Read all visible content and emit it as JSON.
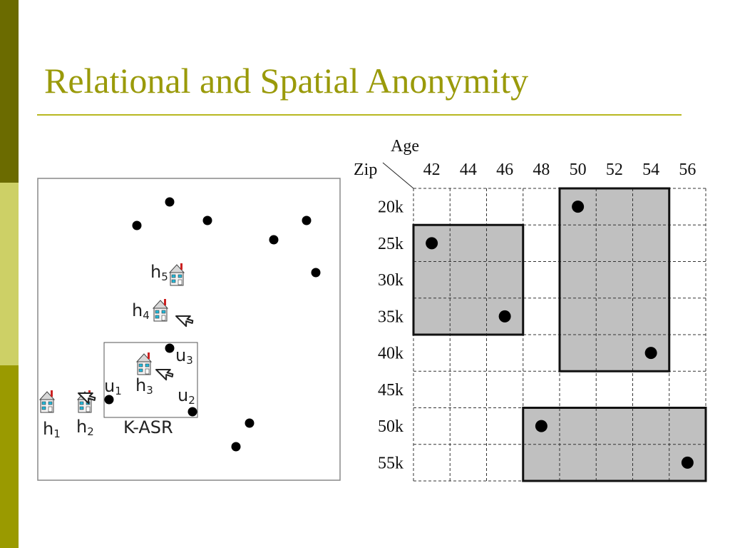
{
  "slide": {
    "title": "Relational and Spatial Anonymity",
    "colors": {
      "accent": "#9a9a0a",
      "bar_dark": "#6b6b00",
      "bar_light": "#cdd066",
      "bar_mid": "#9a9a00",
      "cell_fill": "#c0c0c0"
    }
  },
  "spatial": {
    "houses": [
      {
        "id": "h1",
        "letter": "h",
        "sub": "1"
      },
      {
        "id": "h2",
        "letter": "h",
        "sub": "2"
      },
      {
        "id": "h3",
        "letter": "h",
        "sub": "3"
      },
      {
        "id": "h4",
        "letter": "h",
        "sub": "4"
      },
      {
        "id": "h5",
        "letter": "h",
        "sub": "5"
      }
    ],
    "users": [
      {
        "id": "u1",
        "letter": "u",
        "sub": "1"
      },
      {
        "id": "u2",
        "letter": "u",
        "sub": "2"
      },
      {
        "id": "u3",
        "letter": "u",
        "sub": "3"
      }
    ],
    "region_label": "K-ASR",
    "icons": [
      "house-icon",
      "cursor-arrow-icon"
    ]
  },
  "table": {
    "corner_col_label": "Age",
    "corner_row_label": "Zip",
    "ages": [
      "42",
      "44",
      "46",
      "48",
      "50",
      "52",
      "54",
      "56"
    ],
    "zips": [
      "20k",
      "25k",
      "30k",
      "35k",
      "40k",
      "45k",
      "50k",
      "55k"
    ],
    "points": [
      {
        "row": 0,
        "col": 4
      },
      {
        "row": 1,
        "col": 0
      },
      {
        "row": 3,
        "col": 2
      },
      {
        "row": 4,
        "col": 6
      },
      {
        "row": 6,
        "col": 3
      },
      {
        "row": 7,
        "col": 7
      }
    ],
    "groups": [
      {
        "row_start": 1,
        "row_end": 3,
        "col_start": 0,
        "col_end": 2
      },
      {
        "row_start": 0,
        "row_end": 4,
        "col_start": 4,
        "col_end": 6
      },
      {
        "row_start": 6,
        "row_end": 7,
        "col_start": 3,
        "col_end": 7
      }
    ]
  }
}
